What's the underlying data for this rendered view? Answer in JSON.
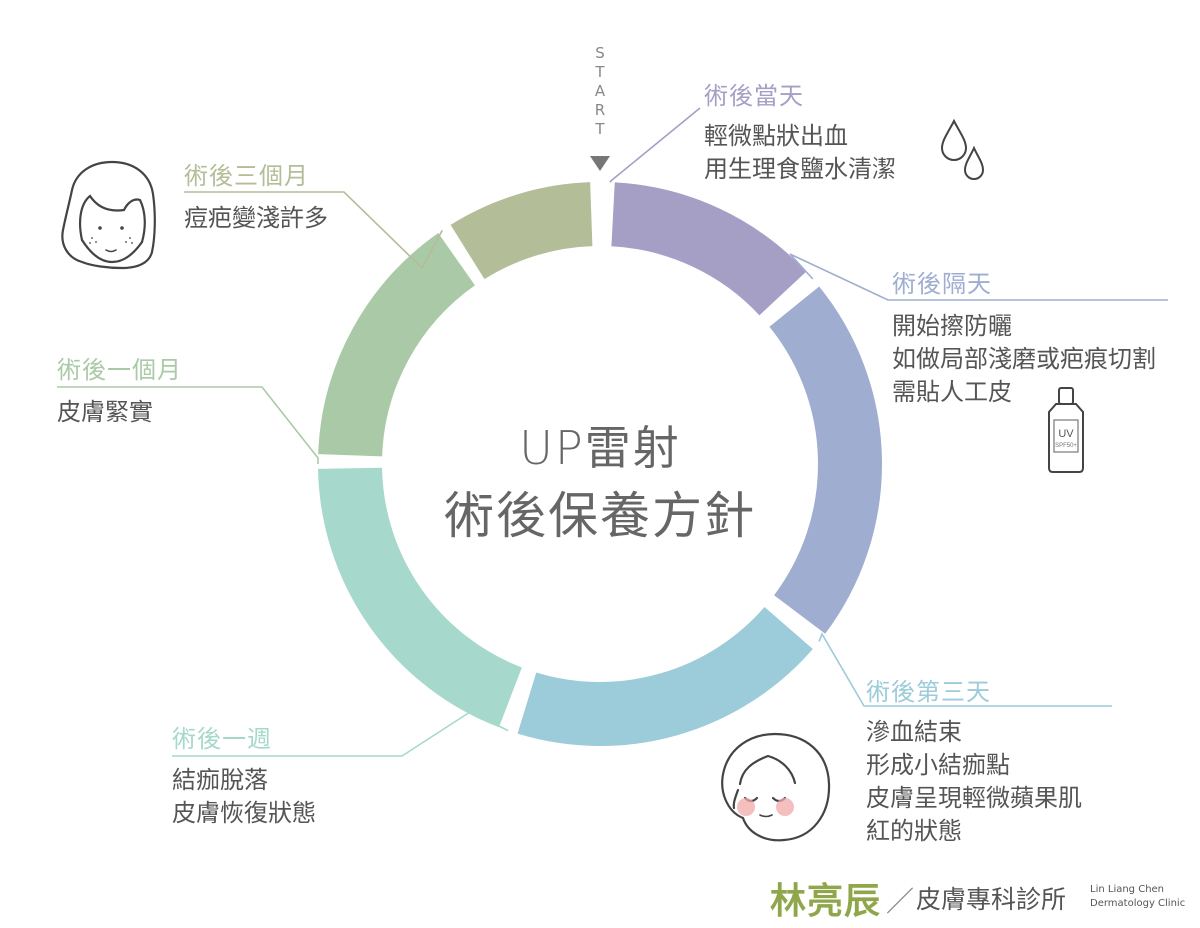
{
  "start_label": "START",
  "center": {
    "line1": "UP雷射",
    "line2": "術後保養方針"
  },
  "stages": [
    {
      "title": "術後當天",
      "color": "#a59fc6",
      "lines": [
        "輕微點狀出血",
        "用生理食鹽水清潔"
      ]
    },
    {
      "title": "術後隔天",
      "color": "#9fadd0",
      "lines": [
        "開始擦防曬",
        "如做局部淺磨或疤痕切割",
        "需貼人工皮"
      ]
    },
    {
      "title": "術後第三天",
      "color": "#9ccbd9",
      "lines": [
        "滲血結束",
        "形成小結痂點",
        "皮膚呈現輕微蘋果肌",
        "紅的狀態"
      ]
    },
    {
      "title": "術後一週",
      "color": "#a6d8cb",
      "lines": [
        "結痂脫落",
        "皮膚恢復狀態"
      ]
    },
    {
      "title": "術後一個月",
      "color": "#aacaa7",
      "lines": [
        "皮膚緊實"
      ]
    },
    {
      "title": "術後三個月",
      "color": "#b3bd98",
      "lines": [
        "痘疤變淺許多"
      ]
    }
  ],
  "bottle_label": {
    "main": "UV",
    "sub": "SPF50+"
  },
  "footer": {
    "name": "林亮辰",
    "slash": "／",
    "clinic": "皮膚專科診所",
    "en_line1": "Lin Liang Chen",
    "en_line2": "Dermatology Clinic"
  },
  "icons": [
    "water-drops-icon",
    "sunscreen-bottle-icon",
    "blushing-face-icon",
    "freckled-face-icon"
  ]
}
